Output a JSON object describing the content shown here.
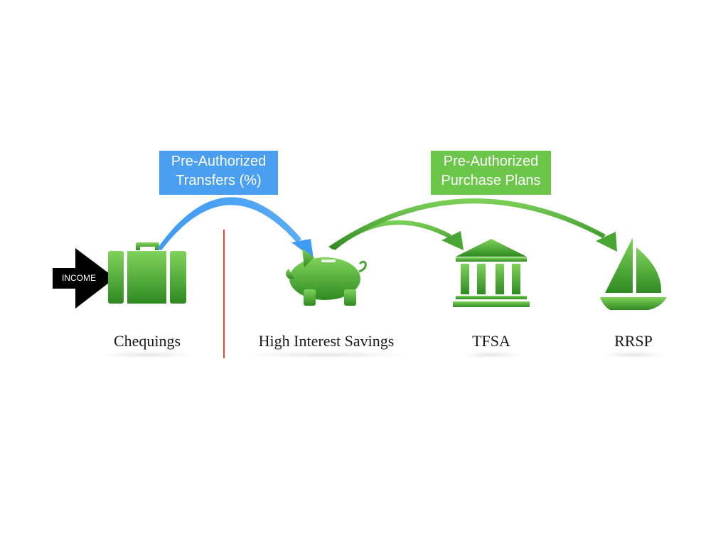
{
  "flow": {
    "transfers_box": {
      "line1": "Pre-Authorized",
      "line2": "Transfers (%)",
      "color": "#4a9ff0"
    },
    "purchase_box": {
      "line1": "Pre-Authorized",
      "line2": "Purchase Plans",
      "color": "#6cc64a"
    },
    "income_label": "INCOME",
    "accounts": [
      {
        "label": "Chequings",
        "icon": "briefcase-icon"
      },
      {
        "label": "High Interest Savings",
        "icon": "piggy-bank-icon"
      },
      {
        "label": "TFSA",
        "icon": "bank-building-icon"
      },
      {
        "label": "RRSP",
        "icon": "sailboat-icon"
      }
    ],
    "colors": {
      "icon_green": "#3a9a2a",
      "divider_red": "#e04a3a",
      "arrow_black": "#000000"
    }
  }
}
